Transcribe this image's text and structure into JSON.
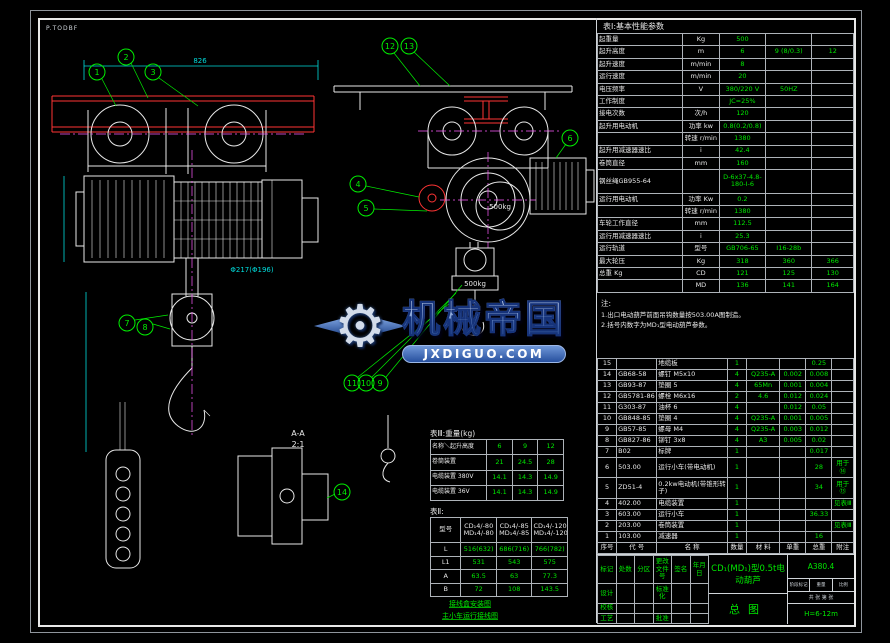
{
  "frame": {
    "corner_mark": "P.TODBF"
  },
  "watermark": {
    "brand": "机械帝国",
    "domain": "JXDIGUO.COM"
  },
  "icons": {
    "gear": "⚙"
  },
  "drawing": {
    "balloons": [
      "1",
      "2",
      "3",
      "12",
      "13",
      "4",
      "5",
      "6",
      "7",
      "8",
      "11",
      "10",
      "9",
      "14"
    ],
    "dims": {
      "front_width": "826",
      "drum_dia": "Φ217(Φ196)"
    },
    "labels": {
      "load_disc": "500kg",
      "load_block": "500kg",
      "section": "A-A",
      "section_scale": "2:1",
      "wiring1": "接线盒安装图",
      "wiring2": "主小车运行接线图"
    }
  },
  "perf_table": {
    "title": "表Ⅰ:基本性能参数",
    "rows": [
      [
        "起重量",
        "Kg",
        "500",
        "",
        ""
      ],
      [
        "起升高度",
        "m",
        "6",
        "9 (8/0.3)",
        "12"
      ],
      [
        "起升速度",
        "m/min",
        "8",
        "",
        ""
      ],
      [
        "运行速度",
        "m/min",
        "20",
        "",
        ""
      ],
      [
        "电压频率",
        "V",
        "380/220 V",
        "50HZ",
        ""
      ],
      [
        "工作制度",
        "",
        "JC=25%",
        "",
        ""
      ],
      [
        "接电次数",
        "次/h",
        "120",
        "",
        ""
      ],
      [
        "起升用电动机",
        "功率 kw",
        "0.8(0.2/0.8)",
        "",
        ""
      ],
      [
        "",
        "转速 r/min",
        "1380",
        "",
        ""
      ],
      [
        "起升用减速器速比",
        "i",
        "42.4",
        "",
        ""
      ],
      [
        "卷筒直径",
        "mm",
        "160",
        "",
        ""
      ],
      [
        "钢丝绳GB955-64",
        "",
        "D-6x37-4.8-180-Ⅰ-6",
        "",
        ""
      ],
      [
        "运行用电动机",
        "功率 Kw",
        "0.2",
        "",
        ""
      ],
      [
        "",
        "转速 r/min",
        "1380",
        "",
        ""
      ],
      [
        "车轮工作直径",
        "mm",
        "112.5",
        "",
        ""
      ],
      [
        "运行用减速器速比",
        "i",
        "25.3",
        "",
        ""
      ],
      [
        "运行轨道",
        "型号",
        "GB706-65",
        "Ⅰ16-28b",
        ""
      ],
      [
        "最大轮压",
        "Kg",
        "318",
        "360",
        "366"
      ],
      [
        "总重 Kg",
        "CD",
        "121",
        "125",
        "130"
      ],
      [
        "",
        "MD",
        "136",
        "141",
        "164"
      ]
    ]
  },
  "notes": {
    "title": "注:",
    "lines": [
      "1.出口电动葫芦前面吊钩数量按503.00A图制造。",
      "2.括号内数字为MD₁型电动葫芦参数。"
    ]
  },
  "weight_table": {
    "title": "表Ⅲ:重量(kg)",
    "rows": [
      [
        "名称＼起升高度",
        "6",
        "9",
        "12"
      ],
      [
        "卷筒装置",
        "21",
        "24.5",
        "28"
      ],
      [
        "电缆装置 380V",
        "14.1",
        "14.3",
        "14.9"
      ],
      [
        "电缆装置 36V",
        "14.1",
        "14.3",
        "14.9"
      ]
    ]
  },
  "model_table": {
    "title": "表Ⅱ:",
    "rows": [
      [
        "型号",
        "CD₁4/-80\nMD₁4/-80",
        "CD₁4/-85\nMD₁4/-85",
        "CD₁4/-120\nMD₁4/-120"
      ],
      [
        "L",
        "516(632)",
        "686(716)",
        "766(782)"
      ],
      [
        "L1",
        "531",
        "543",
        "575"
      ],
      [
        "A",
        "63.5",
        "63",
        "77.3"
      ],
      [
        "B",
        "72",
        "108",
        "143.5"
      ]
    ]
  },
  "bom": {
    "rows": [
      [
        "15",
        "",
        "地缆板",
        "1",
        "",
        "",
        "0.25",
        ""
      ],
      [
        "14",
        "GB68-58",
        "螺钉 M5x10",
        "4",
        "Q235-A",
        "0.002",
        "0.008",
        ""
      ],
      [
        "13",
        "GB93-87",
        "垫圈 5",
        "4",
        "65Mn",
        "0.001",
        "0.004",
        ""
      ],
      [
        "12",
        "GB5781-86",
        "螺栓 M6x16",
        "2",
        "4.6",
        "0.012",
        "0.024",
        ""
      ],
      [
        "11",
        "G303-87",
        "油杯 6",
        "4",
        "",
        "0.012",
        "0.05",
        ""
      ],
      [
        "10",
        "GB848-85",
        "垫圈 4",
        "4",
        "Q235-A",
        "0.001",
        "0.005",
        ""
      ],
      [
        "9",
        "GB57-85",
        "螺母 M4",
        "4",
        "Q235-A",
        "0.003",
        "0.012",
        ""
      ],
      [
        "8",
        "GB827-86",
        "铆钉 3x8",
        "4",
        "A3",
        "0.005",
        "0.02",
        ""
      ],
      [
        "7",
        "B02",
        "标牌",
        "1",
        "",
        "",
        "0.017",
        ""
      ],
      [
        "6",
        "503.00",
        "运行小车(带电动机)",
        "1",
        "",
        "",
        "28",
        "用于⑭"
      ],
      [
        "5",
        "ZD51-4",
        "0.2kw电动机(带锥形转子)",
        "1",
        "",
        "",
        "34",
        "用于⑬"
      ],
      [
        "4",
        "402.00",
        "电缆装置",
        "1",
        "",
        "",
        "",
        "见表Ⅲ"
      ],
      [
        "3",
        "603.00",
        "运行小车",
        "1",
        "",
        "",
        "36.33",
        ""
      ],
      [
        "2",
        "203.00",
        "卷筒装置",
        "1",
        "",
        "",
        "",
        "见表Ⅲ"
      ],
      [
        "1",
        "103.00",
        "减速器",
        "1",
        "",
        "",
        "16",
        ""
      ],
      [
        "序号",
        "代 号",
        "名 称",
        "数量",
        "材 料",
        "单重",
        "总重",
        "附注"
      ]
    ]
  },
  "title_block": {
    "product": "CD₁(MD₁)型0.5t电动葫芦",
    "doc_type": "总图",
    "drawing_no": "A380.4",
    "range": "H=6-12m",
    "stage_fields": [
      "阶段标记",
      "重量",
      "比例"
    ],
    "sheet": "共 张 第 张",
    "left_rows": [
      [
        "标记",
        "处数",
        "分区",
        "更改文件号",
        "签名",
        "年月日"
      ],
      [
        "设计",
        "",
        "",
        "标准化",
        "",
        ""
      ],
      [
        "校核",
        "",
        "",
        "",
        "",
        ""
      ],
      [
        "工艺",
        "",
        "",
        "批准",
        "",
        ""
      ]
    ]
  }
}
